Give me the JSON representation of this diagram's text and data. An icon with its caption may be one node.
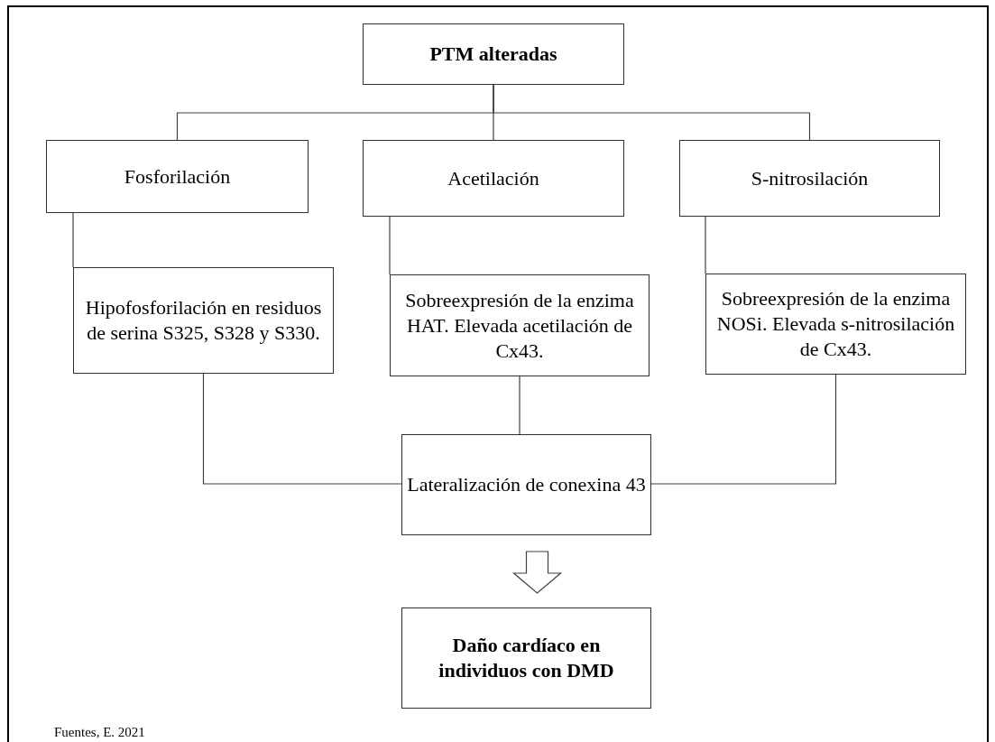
{
  "diagram": {
    "nodes": [
      {
        "text": [
          "PTM alteradas"
        ]
      },
      {
        "text": [
          "Fosforilación"
        ]
      },
      {
        "text": [
          "Acetilación"
        ]
      },
      {
        "text": [
          "S-nitrosilación"
        ]
      },
      {
        "text": [
          "Hipofosforilación en residuos de serina S325, S328 y S330."
        ]
      },
      {
        "text": [
          "Sobreexpresión de la enzima HAT. Elevada acetilación de Cx43."
        ]
      },
      {
        "text": [
          "Sobreexpresión de la enzima NOSi. Elevada s-nitrosilación de Cx43."
        ]
      },
      {
        "text": [
          "Lateralización de conexina 43"
        ]
      },
      {
        "text": [
          "Daño cardíaco en individuos con DMD"
        ]
      }
    ],
    "edges": [
      {
        "from": 0,
        "to": 1,
        "arrow": "none"
      },
      {
        "from": 0,
        "to": 2,
        "arrow": "none"
      },
      {
        "from": 0,
        "to": 3,
        "arrow": "none"
      },
      {
        "from": 1,
        "to": 4,
        "arrow": "none"
      },
      {
        "from": 2,
        "to": 5,
        "arrow": "none"
      },
      {
        "from": 3,
        "to": 6,
        "arrow": "none"
      },
      {
        "from": 4,
        "to": 7,
        "arrow": "none"
      },
      {
        "from": 5,
        "to": 7,
        "arrow": "none"
      },
      {
        "from": 6,
        "to": 7,
        "arrow": "none"
      },
      {
        "from": 7,
        "to": 8,
        "arrow": "to"
      }
    ],
    "labels": [
      "Fuentes, E. 2021"
    ]
  }
}
